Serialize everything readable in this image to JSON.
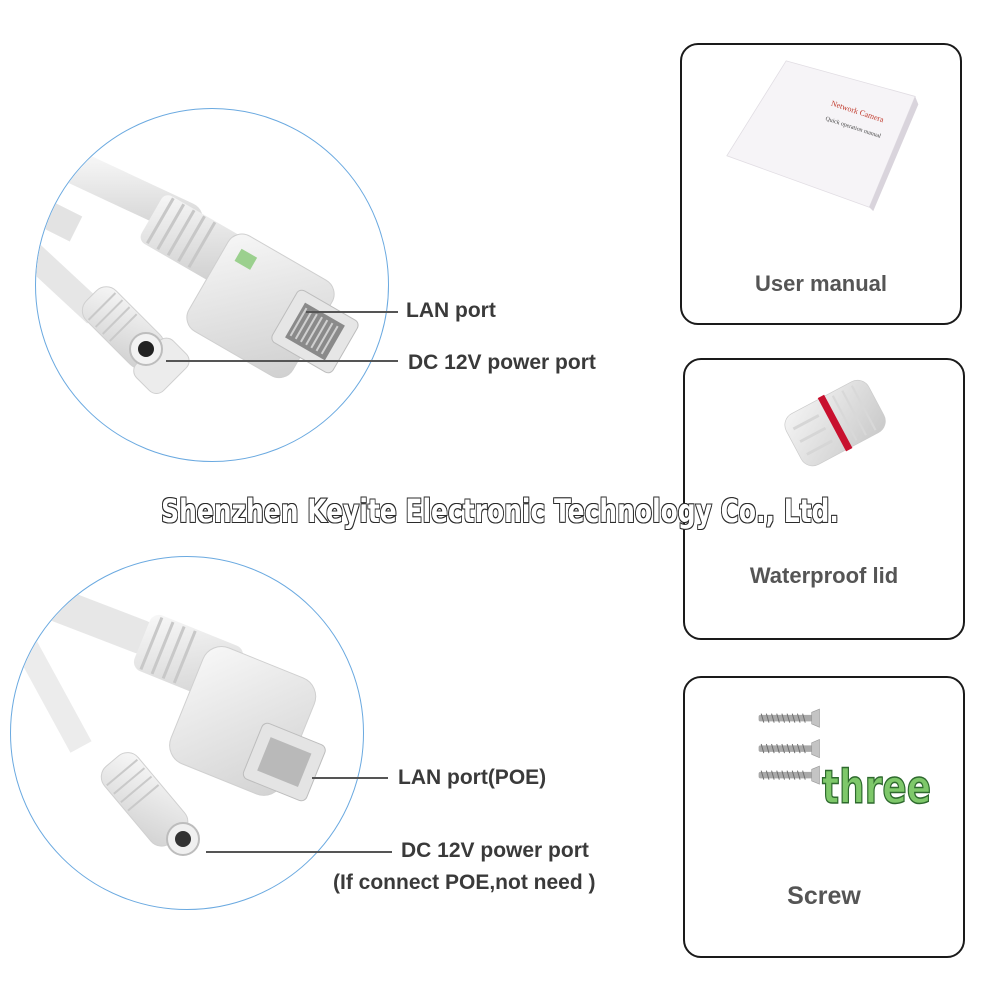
{
  "top_diagram": {
    "lan_label": "LAN port",
    "dc_label": "DC 12V power port"
  },
  "bottom_diagram": {
    "lan_label": "LAN port(POE)",
    "dc_label": "DC 12V power port",
    "dc_note": "(If connect POE,not need )"
  },
  "cards": {
    "manual": {
      "title": "User manual",
      "booklet_line1": "Network Camera",
      "booklet_line2": "Quick operation manual"
    },
    "lid": {
      "title": "Waterproof lid"
    },
    "screw": {
      "title": "Screw",
      "count_text": "three"
    }
  },
  "watermark": "Shenzhen Keyite Electronic Technology Co., Ltd.",
  "colors": {
    "circle_border": "#6aa9e0",
    "card_border": "#1a1a1a",
    "count_text": "#7ec86a",
    "lid_band": "#c8102e"
  }
}
